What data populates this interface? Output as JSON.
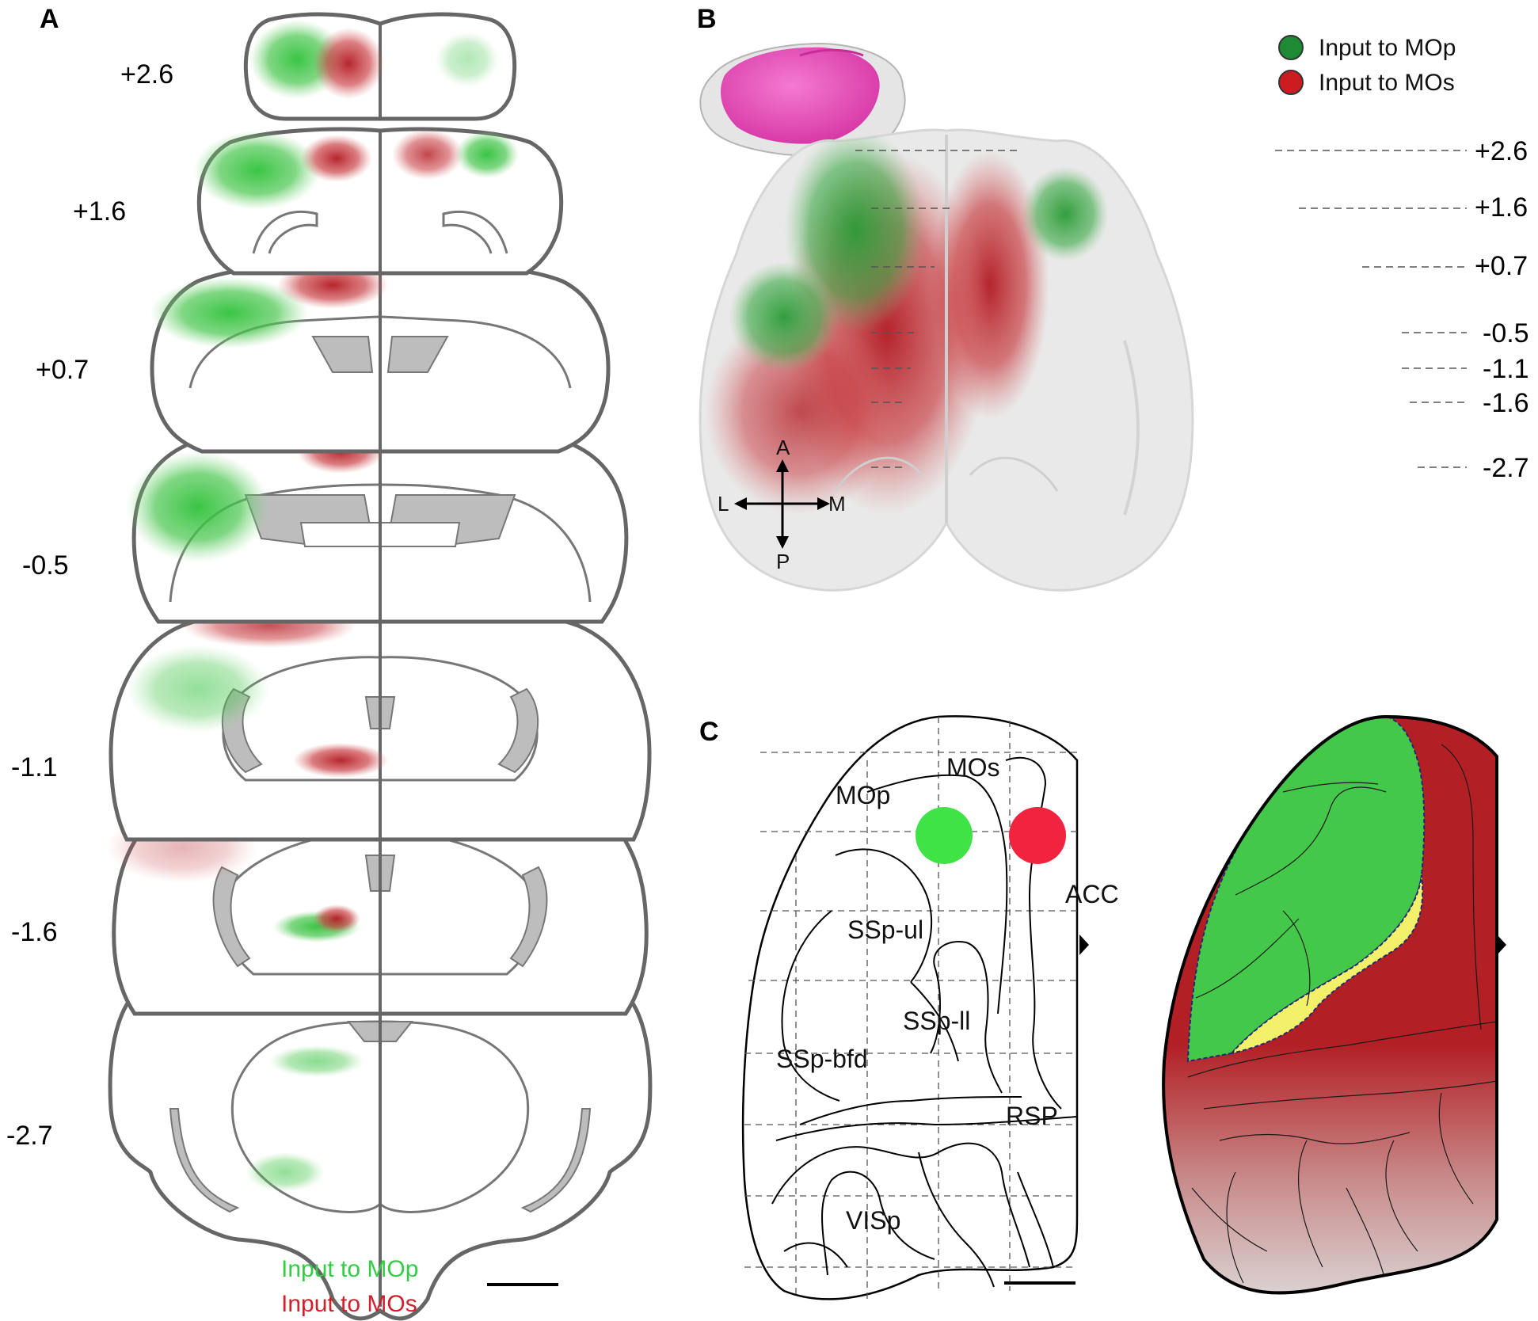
{
  "panels": {
    "a": {
      "letter": "A",
      "levels": [
        "+2.6",
        "+1.6",
        "+0.7",
        "-0.5",
        "-1.1",
        "-1.6",
        "-2.7"
      ],
      "legend": [
        {
          "label": "Input to MOp",
          "color": "#33cc44"
        },
        {
          "label": "Input to MOs",
          "color": "#d0202a"
        }
      ]
    },
    "b": {
      "letter": "B",
      "levels": [
        "+2.6",
        "+1.6",
        "+0.7",
        "-0.5",
        "-1.1",
        "-1.6",
        "-2.7"
      ],
      "legend": [
        {
          "label": "Input to MOp",
          "color": "#1e8a34"
        },
        {
          "label": "Input to MOs",
          "color": "#cc1c22"
        }
      ],
      "axes": {
        "anterior": "A",
        "posterior": "P",
        "lateral": "L",
        "medial": "M"
      }
    },
    "c": {
      "letter": "C",
      "regions": [
        "MOs",
        "MOp",
        "ACC",
        "SSp-ul",
        "SSp-ll",
        "SSp-bfd",
        "RSP",
        "VISp"
      ]
    }
  },
  "colors": {
    "mop_green": "#3ec843",
    "mos_red": "#b71f24",
    "overlap_yellow": "#f3f16a",
    "outline_gray": "#666666",
    "brain_pink": "#ee5bc0"
  }
}
